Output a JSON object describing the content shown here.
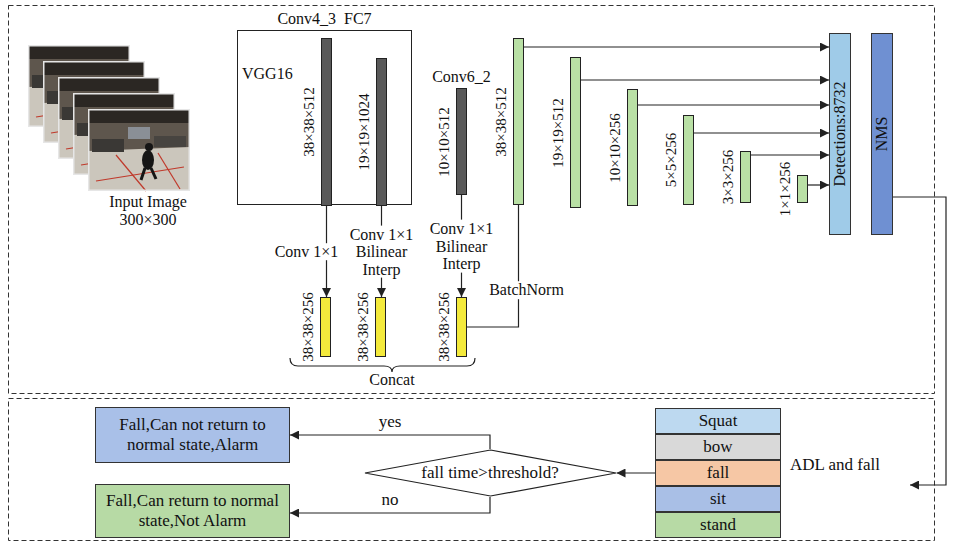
{
  "diagram": {
    "nodes": [
      {
        "text": [
          "Conv4_3  FC7",
          "VGG16"
        ]
      },
      {
        "text": [
          "38×38×512"
        ],
        "in": 0
      },
      {
        "text": [
          "19×19×1024"
        ],
        "in": 0
      },
      {
        "text": [
          "Conv6_2",
          "10×10×512"
        ]
      },
      {
        "text": [
          "38×38×512"
        ]
      },
      {
        "text": [
          "19×19×512"
        ]
      },
      {
        "text": [
          "10×10×256"
        ]
      },
      {
        "text": [
          "5×5×256"
        ]
      },
      {
        "text": [
          "3×3×256"
        ]
      },
      {
        "text": [
          "1×1×256"
        ]
      },
      {
        "text": [
          "Detections:8732"
        ]
      },
      {
        "text": [
          "NMS"
        ]
      },
      {
        "text": [
          "38×38×256"
        ]
      },
      {
        "text": [
          "38×38×256"
        ]
      },
      {
        "text": [
          "38×38×256"
        ]
      },
      {
        "text": [
          "Fall,Can not return to normal state,Alarm"
        ]
      },
      {
        "text": [
          "Fall,Can return to normal state,Not Alarm"
        ]
      },
      {
        "text": [
          "fall time>threshold?"
        ]
      },
      {
        "text": [
          "ADL and fall"
        ]
      },
      {
        "text": [
          "Squat"
        ],
        "in": 18
      },
      {
        "text": [
          "bow"
        ],
        "in": 18
      },
      {
        "text": [
          "fall"
        ],
        "in": 18
      },
      {
        "text": [
          "sit"
        ],
        "in": 18
      },
      {
        "text": [
          "stand"
        ],
        "in": 18
      }
    ],
    "edges": [
      {
        "from": 1,
        "to": 12,
        "label": "Conv 1×1",
        "arrow": "to"
      },
      {
        "from": 2,
        "to": 13,
        "label": "Conv 1×1 Bilinear Interp",
        "arrow": "to"
      },
      {
        "from": 3,
        "to": 14,
        "label": "Conv 1×1 Bilinear Interp",
        "arrow": "to"
      },
      {
        "from": 14,
        "to": 4,
        "label": "BatchNorm",
        "arrow": "none"
      },
      {
        "from": 4,
        "to": 10,
        "arrow": "to"
      },
      {
        "from": 5,
        "to": 10,
        "arrow": "to"
      },
      {
        "from": 6,
        "to": 10,
        "arrow": "to"
      },
      {
        "from": 7,
        "to": 10,
        "arrow": "to"
      },
      {
        "from": 8,
        "to": 10,
        "arrow": "to"
      },
      {
        "from": 9,
        "to": 10,
        "arrow": "to"
      },
      {
        "from": 11,
        "to": 18,
        "arrow": "to"
      },
      {
        "from": 21,
        "to": 17,
        "arrow": "to"
      },
      {
        "from": 17,
        "to": 15,
        "label": "yes",
        "arrow": "to"
      },
      {
        "from": 17,
        "to": 16,
        "label": "no",
        "arrow": "to"
      }
    ],
    "labels": [
      "Input Image 300×300",
      "Concat"
    ]
  }
}
